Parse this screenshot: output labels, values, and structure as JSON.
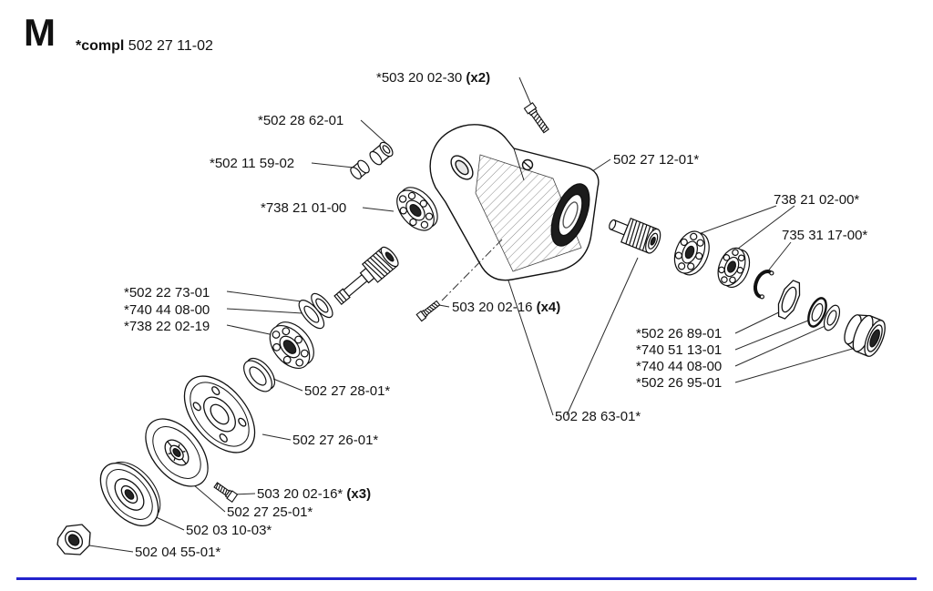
{
  "page": {
    "section_letter": "M",
    "compl_prefix": "*compl",
    "compl_number": "502 27 11-02"
  },
  "colors": {
    "accent_blue": "#2323cc",
    "ink": "#111111"
  },
  "labels": [
    {
      "part": "503 20 02-30",
      "text": "*503 20 02-30 ",
      "qty": "(x2)"
    },
    {
      "part": "502 28 62-01",
      "text": "*502 28 62-01",
      "qty": ""
    },
    {
      "part": "502 11 59-02",
      "text": "*502 11 59-02",
      "qty": ""
    },
    {
      "part": "502 27 12-01",
      "text": "502 27 12-01*",
      "qty": ""
    },
    {
      "part": "738 21 01-00",
      "text": "*738 21 01-00",
      "qty": ""
    },
    {
      "part": "738 21 02-00",
      "text": "738 21 02-00*",
      "qty": ""
    },
    {
      "part": "735 31 17-00",
      "text": "735 31 17-00*",
      "qty": ""
    },
    {
      "part": "502 22 73-01",
      "text": "*502 22 73-01",
      "qty": ""
    },
    {
      "part": "740 44 08-00",
      "text": "*740 44 08-00",
      "qty": ""
    },
    {
      "part": "738 22 02-19",
      "text": "*738 22 02-19",
      "qty": ""
    },
    {
      "part": "503 20 02-16",
      "text": "503 20 02-16 ",
      "qty": "(x4)"
    },
    {
      "part": "502 26 89-01",
      "text": "*502 26 89-01",
      "qty": ""
    },
    {
      "part": "740 51 13-01",
      "text": "*740 51 13-01",
      "qty": ""
    },
    {
      "part": "740 44 08-00",
      "text": "*740 44 08-00",
      "qty": ""
    },
    {
      "part": "502 26 95-01",
      "text": "*502 26 95-01",
      "qty": ""
    },
    {
      "part": "502 27 28-01",
      "text": "502 27 28-01*",
      "qty": ""
    },
    {
      "part": "502 28 63-01",
      "text": "502 28 63-01*",
      "qty": ""
    },
    {
      "part": "502 27 26-01",
      "text": "502 27 26-01*",
      "qty": ""
    },
    {
      "part": "503 20 02-16 x3",
      "text": "503 20 02-16* ",
      "qty": "(x3)"
    },
    {
      "part": "502 27 25-01",
      "text": "502 27 25-01*",
      "qty": ""
    },
    {
      "part": "502 03 10-03",
      "text": "502 03 10-03*",
      "qty": ""
    },
    {
      "part": "502 04 55-01",
      "text": "502 04 55-01*",
      "qty": ""
    }
  ]
}
